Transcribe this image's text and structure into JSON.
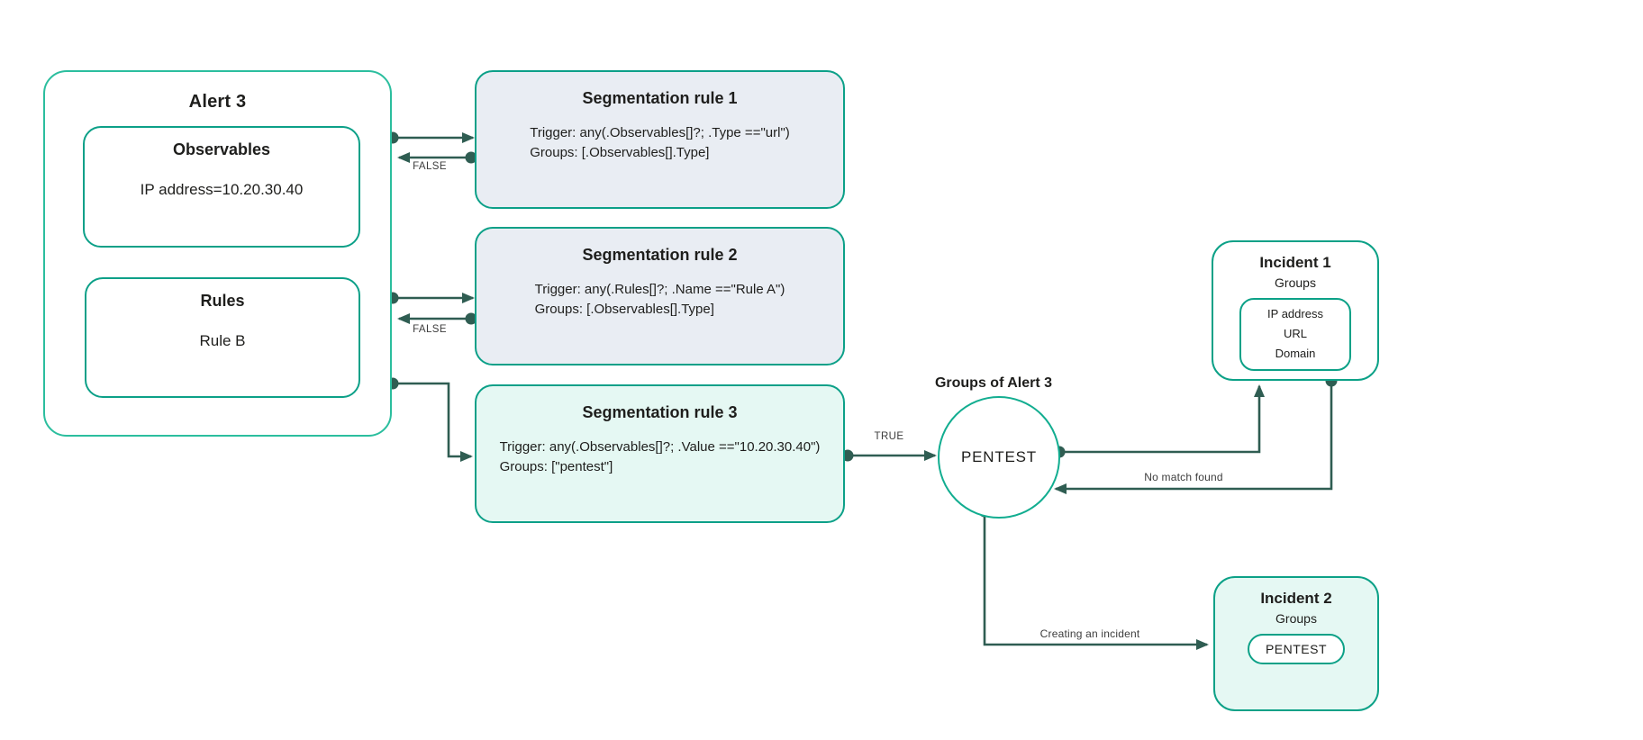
{
  "diagram": {
    "alert": {
      "title": "Alert 3",
      "observables": {
        "title": "Observables",
        "value": "IP address=10.20.30.40"
      },
      "rules": {
        "title": "Rules",
        "value": "Rule B"
      }
    },
    "segmentation_rules": [
      {
        "title": "Segmentation rule 1",
        "trigger": "Trigger: any(.Observables[]?; .Type ==\"url\")",
        "groups": "Groups: [.Observables[].Type]"
      },
      {
        "title": "Segmentation rule 2",
        "trigger": "Trigger: any(.Rules[]?; .Name ==\"Rule A\")",
        "groups": "Groups: [.Observables[].Type]"
      },
      {
        "title": "Segmentation rule 3",
        "trigger": "Trigger: any(.Observables[]?; .Value ==\"10.20.30.40\")",
        "groups": "Groups: [\"pentest\"]"
      }
    ],
    "groups_node": {
      "label": "Groups of Alert 3",
      "value": "PENTEST"
    },
    "incident1": {
      "title": "Incident 1",
      "subtitle": "Groups",
      "items": [
        "IP address",
        "URL",
        "Domain"
      ]
    },
    "incident2": {
      "title": "Incident 2",
      "subtitle": "Groups",
      "group": "PENTEST"
    },
    "edge_labels": {
      "rule1_false": "FALSE",
      "rule2_false": "FALSE",
      "rule3_true": "TRUE",
      "no_match": "No match found",
      "creating_incident": "Creating an incident"
    },
    "colors": {
      "alert_border": "#2bbe9e",
      "node_border": "#0ca088",
      "connector": "#2f5d52",
      "rule_fill_gray": "#e9edf3",
      "rule_fill_mint": "#e5f8f3"
    }
  }
}
